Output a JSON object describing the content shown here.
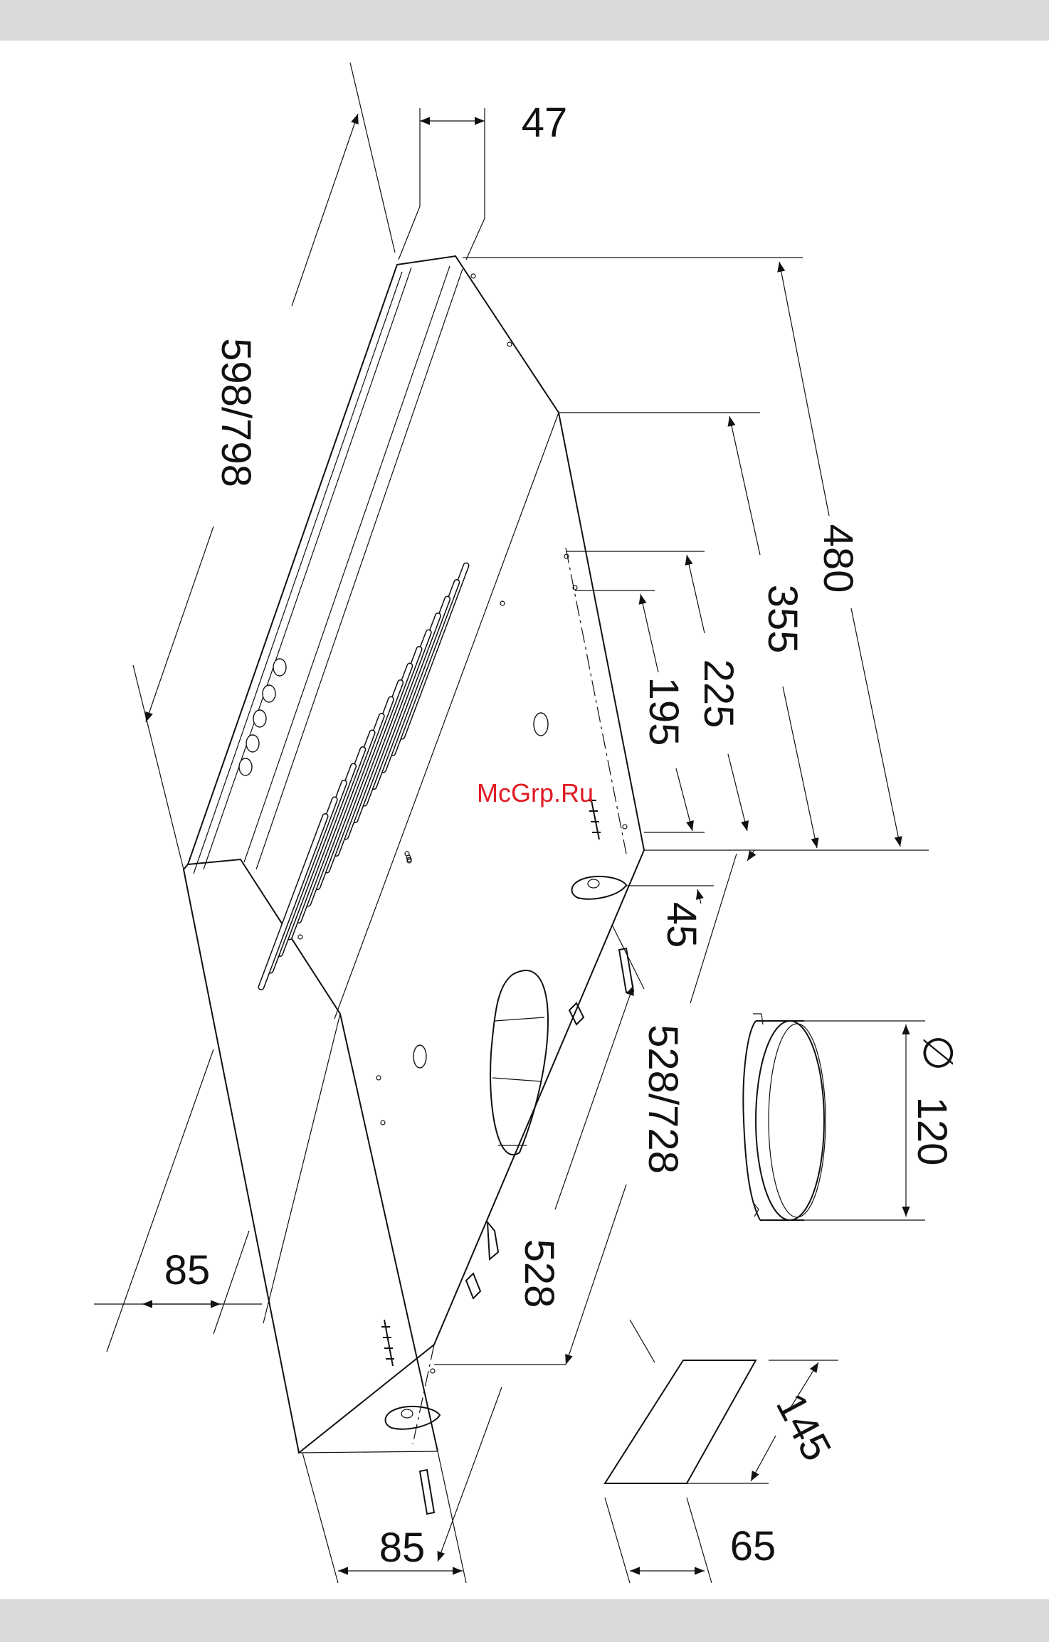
{
  "dimensions": {
    "width_total": "598/798",
    "depth_total": "480",
    "depth_355": "355",
    "depth_225": "225",
    "depth_195": "195",
    "offset_45": "45",
    "front_height": "85",
    "front_depth": "85",
    "mount_width_range": "528/728",
    "mount_width": "528",
    "top_offset": "47",
    "duct_diameter_symbol": "∅",
    "duct_diameter": "120",
    "outlet_width": "145",
    "outlet_depth": "65"
  },
  "watermark": "McGrp.Ru"
}
